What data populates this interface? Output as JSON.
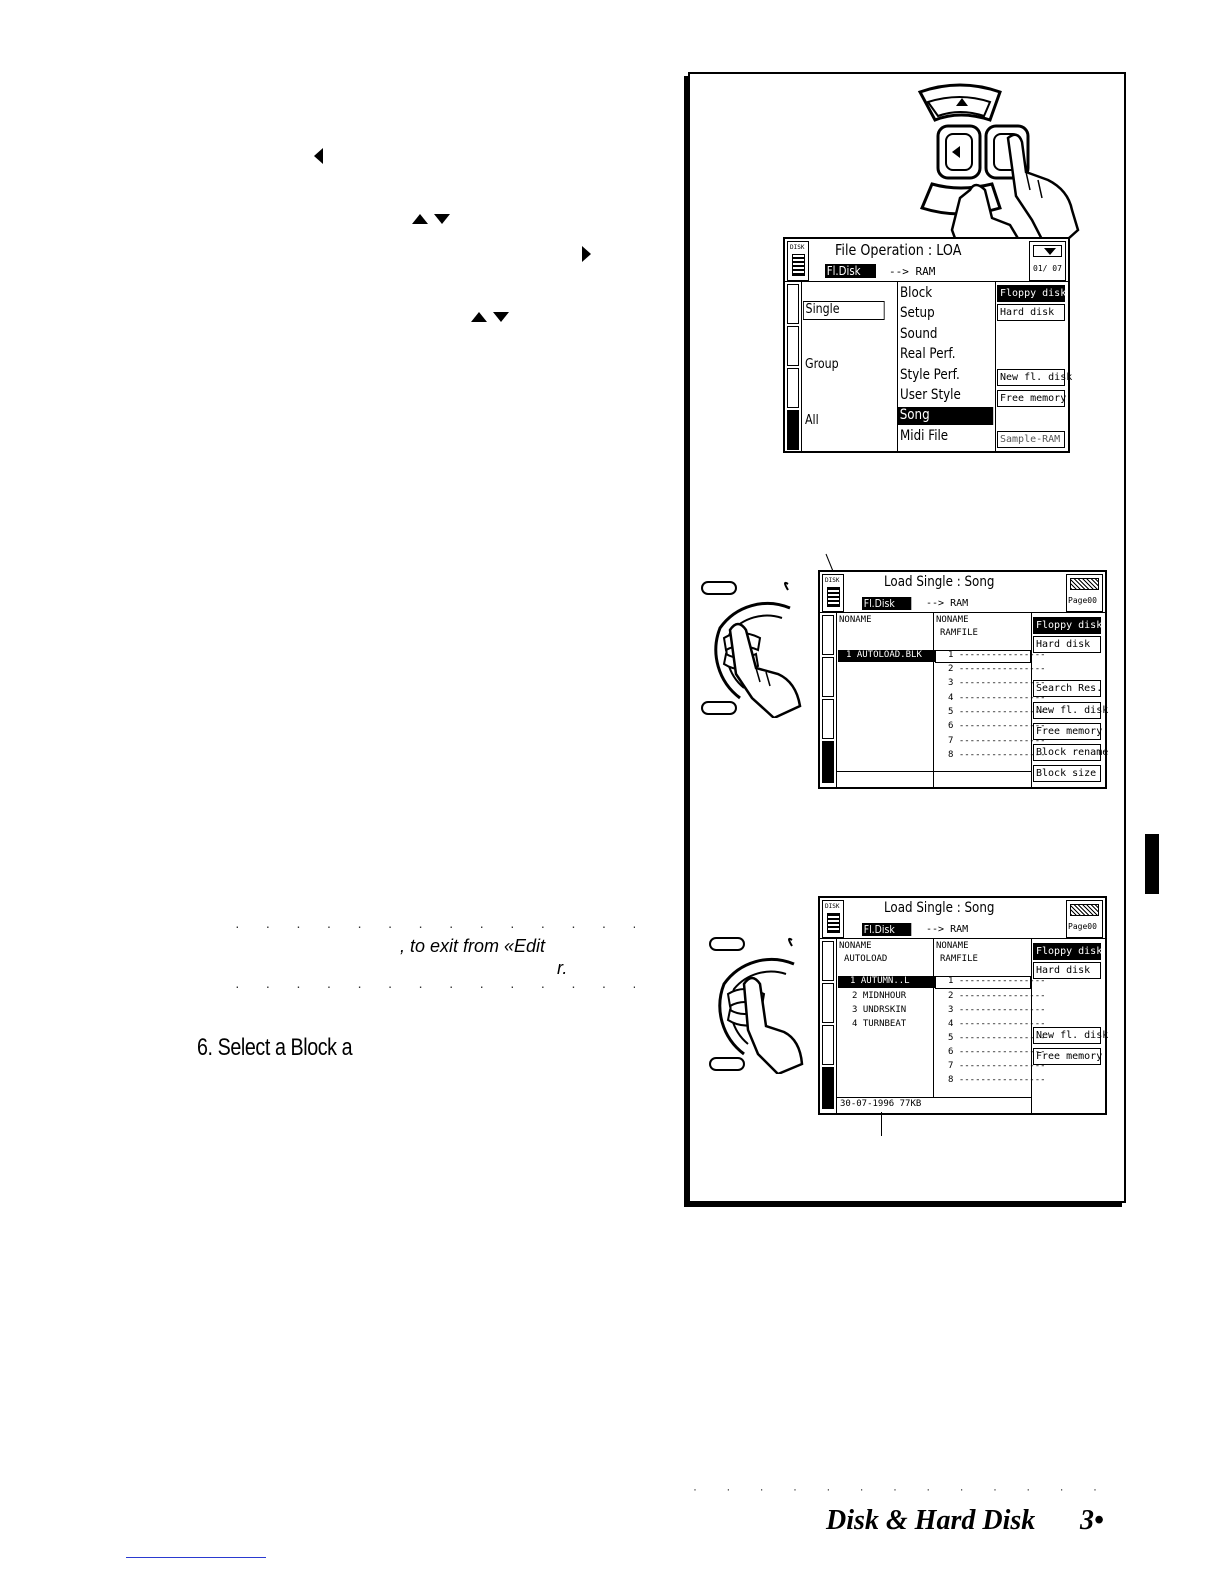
{
  "text_fragments": {
    "exit_edit": ", to exit from «Edit",
    "r_fragment": "r.",
    "step6": "6.   Select a Block a"
  },
  "screen1": {
    "icon_label": "DISK",
    "title": "File Operation : LOA",
    "source": "Fl.Disk",
    "arrow_target": "-->  RAM",
    "page": "01/ 07",
    "left_items": [
      "Single",
      "Group",
      "All"
    ],
    "menu_items": [
      "Block",
      "Setup",
      "Sound",
      "Real Perf.",
      "Style Perf.",
      "User Style",
      "Song",
      "Midi File"
    ],
    "selected_menu": "Song",
    "right_buttons": [
      "Floppy disk",
      "Hard disk",
      "New fl. disk",
      "Free memory",
      "Sample-RAM"
    ]
  },
  "screen2": {
    "icon_label": "DISK",
    "title": "Load  Single : Song",
    "source": "Fl.Disk",
    "arrow_target": "-->  RAM",
    "page": "Page00",
    "left_header": "NONAME",
    "left_rows": [
      "1  AUTOLOAD.BLK"
    ],
    "right_header": "NONAME",
    "right_sub": "RAMFILE",
    "slots": [
      "1 ----------------",
      "2 ----------------",
      "3 ----------------",
      "4 ----------------",
      "5 ----------------",
      "6 ----------------",
      "7 ----------------",
      "8 ----------------"
    ],
    "right_buttons": [
      "Floppy disk",
      "Hard disk",
      "Search Res.",
      "New fl. disk",
      "Free memory",
      "Block rename",
      "Block size"
    ]
  },
  "screen3": {
    "icon_label": "DISK",
    "title": "Load  Single : Song",
    "source": "Fl.Disk",
    "arrow_target": "-->  RAM",
    "page": "Page00",
    "left_header": "NONAME",
    "left_sub": "AUTOLOAD",
    "left_rows": [
      "1  AUTUMN..L",
      "2  MIDNHOUR",
      "3  UNDRSKIN",
      "4  TURNBEAT"
    ],
    "right_header": "NONAME",
    "right_sub": "RAMFILE",
    "slots": [
      "1 ----------------",
      "2 ----------------",
      "3 ----------------",
      "4 ----------------",
      "5 ----------------",
      "6 ----------------",
      "7 ----------------",
      "8 ----------------"
    ],
    "status": "30-07-1996  77KB",
    "right_buttons": [
      "Floppy disk",
      "Hard disk",
      "New fl. disk",
      "Free memory"
    ]
  },
  "footer": {
    "title": "Disk & Hard Disk",
    "page": "3•"
  }
}
